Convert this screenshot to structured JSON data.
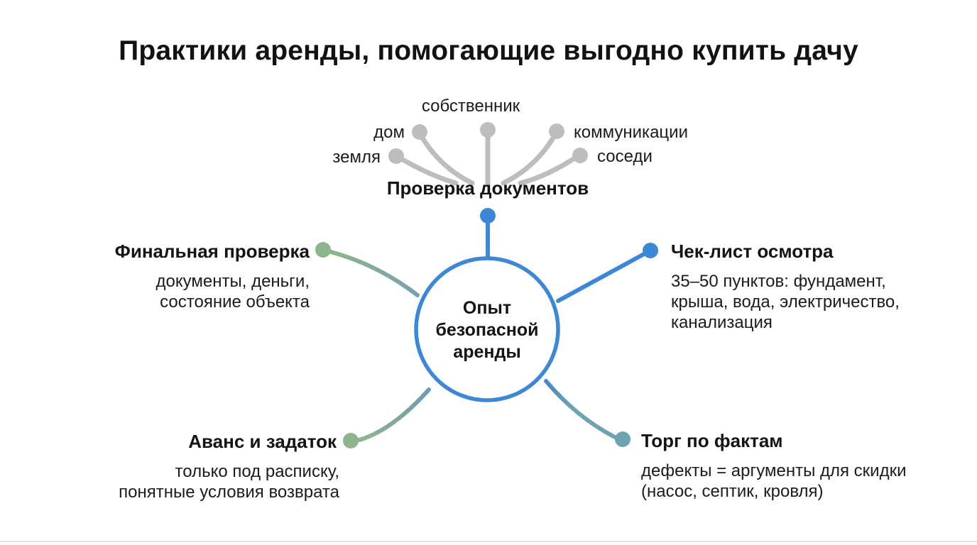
{
  "title": "Практики аренды, помогающие выгодно купить дачу",
  "center": {
    "title": "Опыт безопасной аренды"
  },
  "top_branch": {
    "title": "Проверка документов",
    "labels": {
      "owner": "собственник",
      "house": "дом",
      "utilities": "коммуникации",
      "land": "земля",
      "neighbors": "соседи"
    }
  },
  "branches": {
    "final_check": {
      "title": "Финальная проверка",
      "lines": [
        "документы, деньги,",
        "состояние объекта"
      ]
    },
    "checklist": {
      "title": "Чек-лист осмотра",
      "lines": [
        "35–50 пунктов: фундамент,",
        "крыша, вода, электричество,",
        "канализация"
      ]
    },
    "deposit": {
      "title": "Аванс и задаток",
      "lines": [
        "только под расписку,",
        "понятные условия возврата"
      ]
    },
    "bargaining": {
      "title": "Торг по фактам",
      "lines": [
        "дефекты = аргументы для скидки",
        "(насос, септик, кровля)"
      ]
    }
  },
  "colors": {
    "accent_blue": "#3E86D6",
    "accent_green": "#8DB58B",
    "accent_teal": "#6FA2B0",
    "fan_gray": "#BDBDBD",
    "text": "#1B1B1B",
    "divider": "#E3E3E3"
  }
}
